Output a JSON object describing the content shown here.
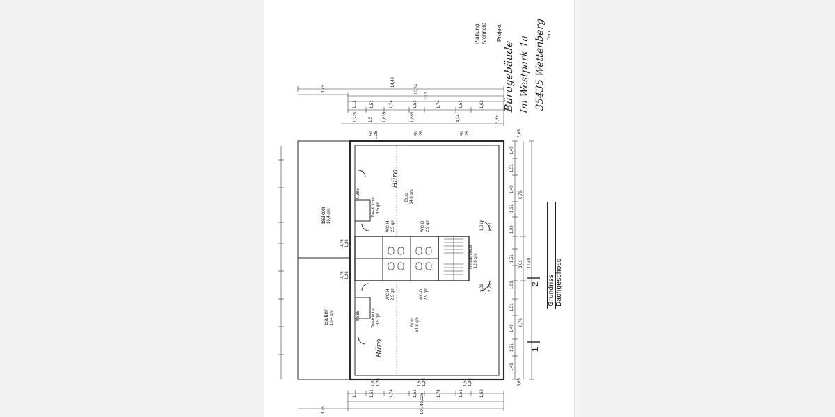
{
  "title_block": {
    "planung": "Planung",
    "architekt": "Architekt",
    "projekt": "Projekt",
    "project_name_line1": "Bürogebäude",
    "project_name_line2": "Im Westpark 1a",
    "project_name_line3": "35435 Wettenberg",
    "signature": "Dorn...",
    "plan_title": "Grundriss Dachgeschoss"
  },
  "rooms": {
    "balkon_top": {
      "name": "Balkon",
      "area": "16,4 qm"
    },
    "balkon_bottom": {
      "name": "Balkon",
      "area": "16,4 qm"
    },
    "teekueche_top": {
      "name": "Tee-Küche",
      "area": "3,5 qm"
    },
    "teekueche_bottom": {
      "name": "Tee-Küche",
      "area": "3,5 qm"
    },
    "buero_top": {
      "name": "Büro",
      "area": "64,8 qm",
      "note": "Büro"
    },
    "buero_bottom": {
      "name": "Büro",
      "area": "64,8 qm",
      "note": "Büro"
    },
    "wch_top": {
      "name": "WC-H",
      "area": "2,5 qm"
    },
    "wcd_top": {
      "name": "WC-D",
      "area": "2,9 qm"
    },
    "wch_bottom": {
      "name": "WC-H",
      "area": "2,5 qm"
    },
    "wcd_bottom": {
      "name": "WC-D",
      "area": "2,9 qm"
    },
    "treppenhaus": {
      "name": "Treppenhaus",
      "area": "12,6 qm"
    }
  },
  "dimensions": {
    "top_total": "14,49",
    "top_sub1": "10,74",
    "top_sub2": "10,1",
    "top_left": "3,75",
    "top_chain": [
      "1,11",
      "1,51",
      "1,74",
      "1,51",
      "1,74",
      "1,51",
      "1,62"
    ],
    "top_chain2": [
      "1,225",
      "1,5",
      "1,635",
      "1,885",
      "4,24",
      "3,65"
    ],
    "bottom_total": "10,74",
    "bottom_sub": "10,025",
    "bottom_left": "3,75",
    "bottom_chain": [
      "1,11",
      "1,51",
      "1,74",
      "1,51",
      "1,74",
      "1,51",
      "1,62"
    ],
    "right_total": "17,49",
    "right_sub": [
      "6,76",
      "3,01",
      "6,76"
    ],
    "right_chain": [
      "1,49",
      "1,51",
      "1,49",
      "1,51",
      "1,99",
      "1,51",
      "1,99",
      "1,51",
      "1,49",
      "1,51",
      "1,49"
    ],
    "right_edge": [
      "3,65",
      "3,65"
    ],
    "window_labels": [
      "1,51",
      "1,26"
    ],
    "door_labels": [
      "1,01",
      "2,21",
      "0,76",
      "1,26",
      "0,885"
    ]
  },
  "markers": {
    "section_1": "1",
    "section_2": "2"
  }
}
